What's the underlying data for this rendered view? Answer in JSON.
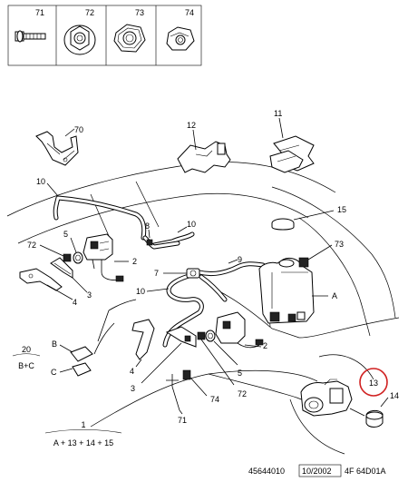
{
  "header": {
    "fasteners": [
      {
        "label": "71",
        "icon": "bolt-icon"
      },
      {
        "label": "72",
        "icon": "flange-nut-icon"
      },
      {
        "label": "73",
        "icon": "hex-nut-icon"
      },
      {
        "label": "74",
        "icon": "cap-nut-icon"
      }
    ]
  },
  "callouts": {
    "c70": "70",
    "c12": "12",
    "c11": "11",
    "c10a": "10",
    "c15": "15",
    "c8": "8",
    "c10b": "10",
    "c72a": "72",
    "c5a": "5",
    "c2a": "2",
    "c73": "73",
    "c9": "9",
    "c7": "7",
    "c3a": "3",
    "c10c": "10",
    "c4a": "4",
    "cA": "A",
    "cB": "B",
    "cC": "C",
    "c2b": "2",
    "c4b": "4",
    "c3b": "3",
    "c5b": "5",
    "c74": "74",
    "c72b": "72",
    "c71": "71",
    "c13": "13",
    "c14": "14"
  },
  "sets": {
    "set20_num": "20",
    "set20_content": "B+C",
    "set1_num": "1",
    "set1_content": "A + 13 + 14 + 15"
  },
  "footer": {
    "ref_number": "45644010",
    "date": "10/2002",
    "code": "4F 64D01A"
  },
  "colors": {
    "highlight": "#d02020"
  }
}
